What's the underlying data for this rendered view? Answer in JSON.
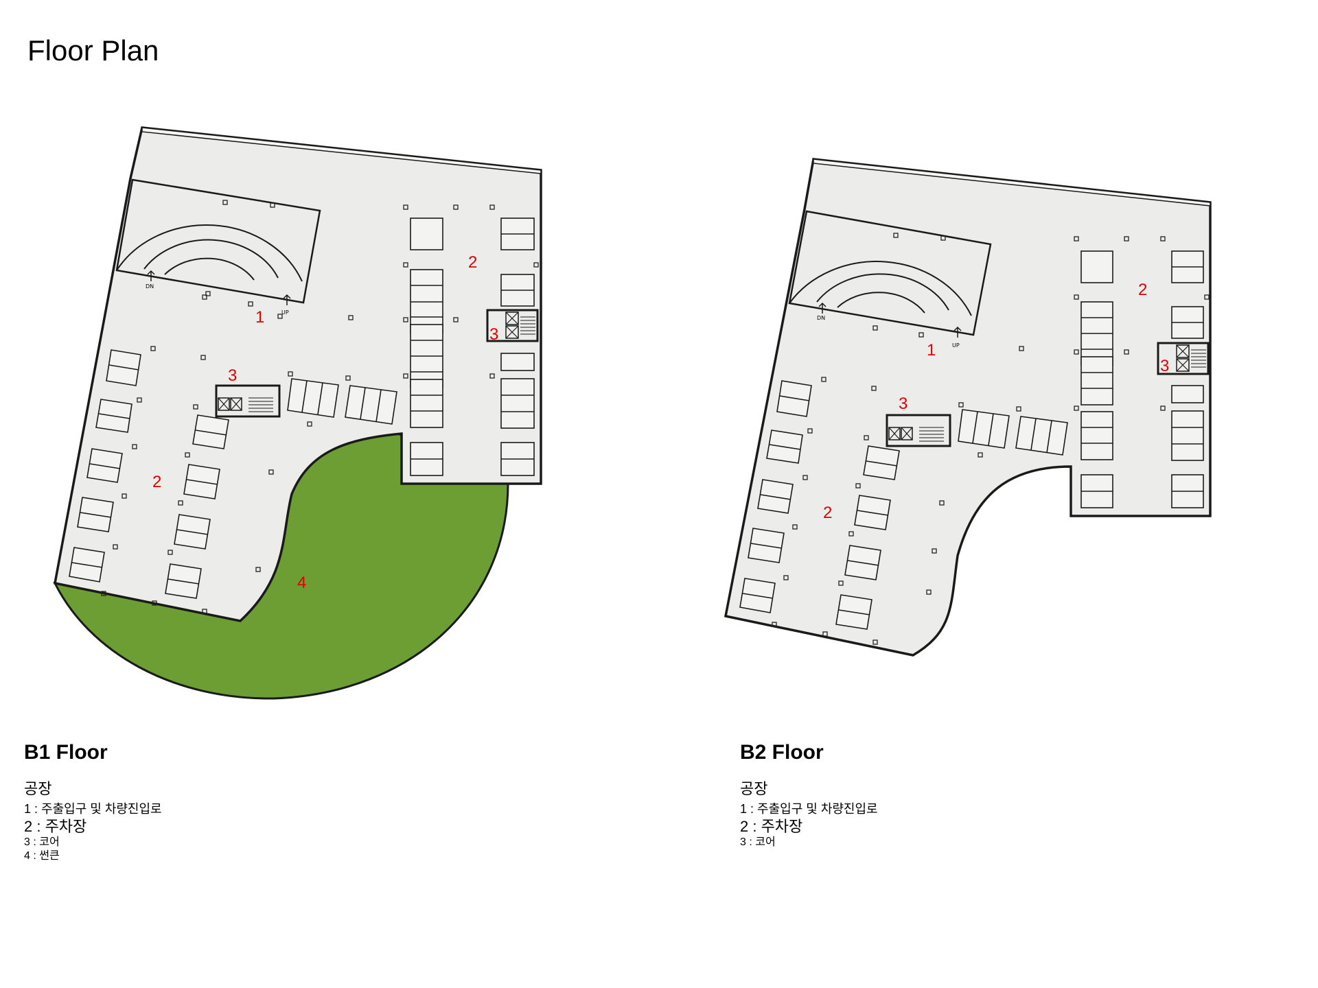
{
  "page": {
    "title": "Floor Plan"
  },
  "colors": {
    "floor": "#ececea",
    "wall": "#1a1a1a",
    "sunken": "#6d9e33",
    "label": "#e10000"
  },
  "floors": [
    {
      "title": "B1 Floor",
      "heading": "공장",
      "legend": [
        "1 : 주출입구 및 차량진입로",
        "2 : 주차장",
        "3 : 코어",
        "4 : 썬큰"
      ],
      "labels": [
        "1",
        "2",
        "2",
        "3",
        "3",
        "4"
      ]
    },
    {
      "title": "B2 Floor",
      "heading": "공장",
      "legend": [
        "1 : 주출입구 및 차량진입로",
        "2 : 주차장",
        "3 : 코어"
      ],
      "labels": [
        "1",
        "2",
        "2",
        "3",
        "3"
      ]
    }
  ],
  "icons": {
    "ramp_down": "DN",
    "ramp_up": "UP"
  }
}
